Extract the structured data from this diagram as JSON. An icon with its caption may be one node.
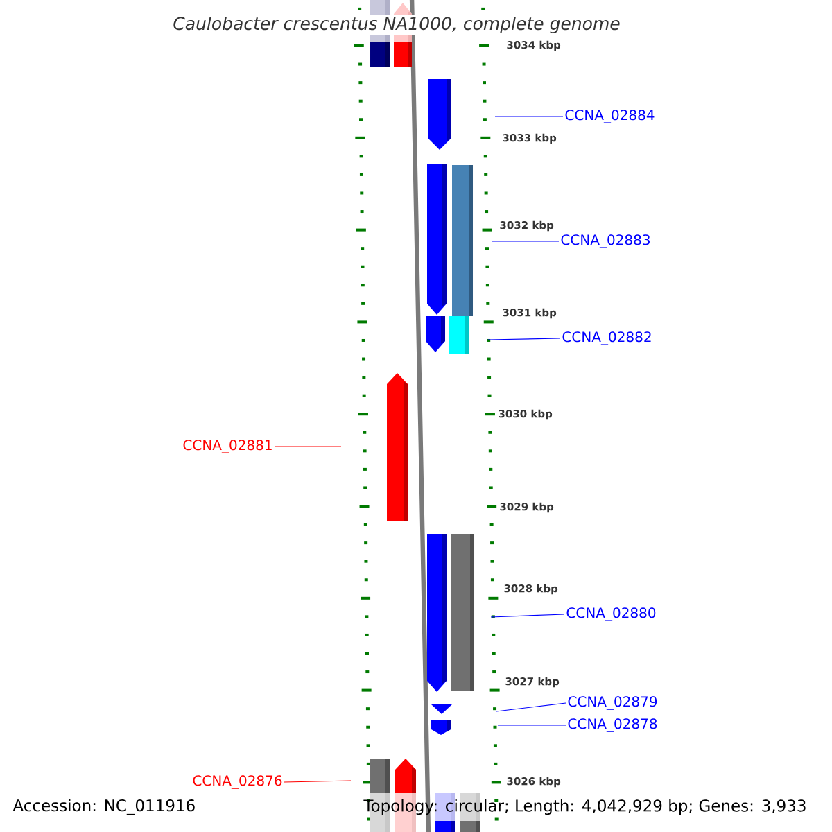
{
  "diagram": {
    "title": "*Caulobacter crescentus* NA1000, complete genome",
    "nodes": [
      {
        "text": [
          "CCNA_02884"
        ]
      },
      {
        "text": [
          "CCNA_02883"
        ]
      },
      {
        "text": [
          "CCNA_02882"
        ]
      },
      {
        "text": [
          "CCNA_02881"
        ]
      },
      {
        "text": [
          "CCNA_02880"
        ]
      },
      {
        "text": [
          "CCNA_02879"
        ]
      },
      {
        "text": [
          "CCNA_02878"
        ]
      },
      {
        "text": [
          "CCNA_02876"
        ]
      }
    ],
    "edges": [
      {
        "from": 0,
        "to": null,
        "arrow": "none"
      },
      {
        "from": 1,
        "to": null,
        "arrow": "none"
      },
      {
        "from": 2,
        "to": null,
        "arrow": "none"
      },
      {
        "from": 3,
        "to": null,
        "arrow": "none",
        "color": "#ff0000"
      },
      {
        "from": 4,
        "to": null,
        "arrow": "none"
      },
      {
        "from": 5,
        "to": null,
        "arrow": "none"
      },
      {
        "from": 6,
        "to": null,
        "arrow": "none"
      },
      {
        "from": 7,
        "to": null,
        "arrow": "none",
        "color": "#ff0000"
      }
    ],
    "labels": [
      "3034 kbp",
      "3033 kbp",
      "3032 kbp",
      "3031 kbp",
      "3030 kbp",
      "3029 kbp",
      "3028 kbp",
      "3027 kbp",
      "3026 kbp",
      "Accession: NC_011916",
      "Topology: circular; Length: 4,042,929 bp; Genes: 3,933"
    ]
  }
}
